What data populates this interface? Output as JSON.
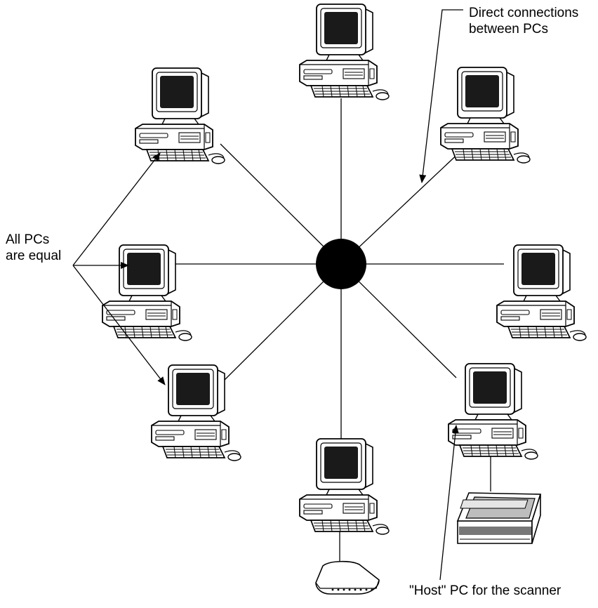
{
  "diagram": {
    "labels": {
      "all_pcs_equal": [
        "All PCs",
        "are equal"
      ],
      "direct_connections": [
        "Direct connections",
        "between PCs"
      ],
      "host_pc": "\"Host\" PC for the scanner"
    },
    "nodes": [
      {
        "id": "pc-top",
        "kind": "pc"
      },
      {
        "id": "pc-upper-left",
        "kind": "pc"
      },
      {
        "id": "pc-upper-right",
        "kind": "pc"
      },
      {
        "id": "pc-left",
        "kind": "pc"
      },
      {
        "id": "pc-right",
        "kind": "pc"
      },
      {
        "id": "pc-lower-left",
        "kind": "pc"
      },
      {
        "id": "pc-bottom",
        "kind": "pc"
      },
      {
        "id": "pc-lower-right-host",
        "kind": "pc"
      },
      {
        "id": "scanner",
        "kind": "scanner"
      },
      {
        "id": "modem",
        "kind": "modem"
      }
    ],
    "edges": [
      [
        "hub",
        "pc-top"
      ],
      [
        "hub",
        "pc-upper-left"
      ],
      [
        "hub",
        "pc-upper-right"
      ],
      [
        "hub",
        "pc-left"
      ],
      [
        "hub",
        "pc-right"
      ],
      [
        "hub",
        "pc-lower-left"
      ],
      [
        "hub",
        "pc-bottom"
      ],
      [
        "hub",
        "pc-lower-right-host"
      ],
      [
        "pc-lower-right-host",
        "scanner"
      ],
      [
        "pc-bottom",
        "modem"
      ]
    ],
    "colors": {
      "line": "#000000",
      "screen": "#1a1a1a",
      "hub": "#000000",
      "background": "#ffffff"
    }
  }
}
